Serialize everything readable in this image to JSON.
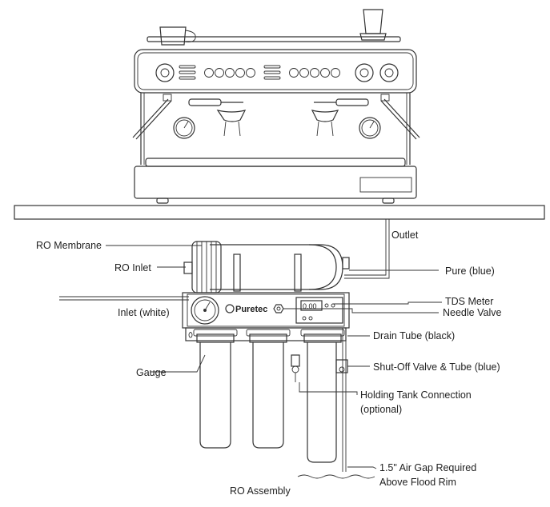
{
  "labels": {
    "ro_membrane": "RO Membrane",
    "ro_inlet": "RO Inlet",
    "inlet_white": "Inlet (white)",
    "gauge": "Gauge",
    "ro_assembly": "RO Assembly",
    "outlet": "Outlet",
    "pure_blue": "Pure (blue)",
    "tds_meter": "TDS Meter",
    "needle_valve": "Needle Valve",
    "drain_tube": "Drain Tube (black)",
    "shutoff_valve": "Shut-Off Valve & Tube (blue)",
    "holding_tank_line1": "Holding Tank Connection",
    "holding_tank_line2": "(optional)",
    "air_gap_line1": "1.5\" Air Gap Required",
    "air_gap_line2": "Above Flood Rim"
  },
  "unit": {
    "brand": "Puretec",
    "tds_display": "0.00"
  }
}
